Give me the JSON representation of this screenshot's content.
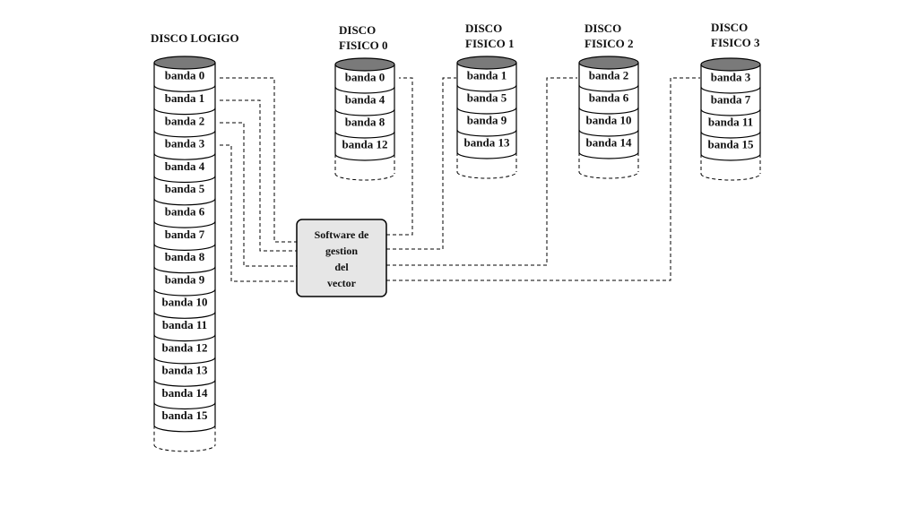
{
  "logical_disk": {
    "title": "DISCO LOGIGO",
    "bands": [
      "banda 0",
      "banda 1",
      "banda 2",
      "banda 3",
      "banda 4",
      "banda 5",
      "banda 6",
      "banda 7",
      "banda 8",
      "banda 9",
      "banda 10",
      "banda 11",
      "banda 12",
      "banda 13",
      "banda 14",
      "banda 15"
    ]
  },
  "physical_disks": [
    {
      "title_line1": "DISCO",
      "title_line2": "FISICO 0",
      "bands": [
        "banda 0",
        "banda 4",
        "banda 8",
        "banda 12"
      ]
    },
    {
      "title_line1": "DISCO",
      "title_line2": "FISICO 1",
      "bands": [
        "banda 1",
        "banda 5",
        "banda 9",
        "banda 13"
      ]
    },
    {
      "title_line1": "DISCO",
      "title_line2": "FISICO 2",
      "bands": [
        "banda 2",
        "banda 6",
        "banda 10",
        "banda 14"
      ]
    },
    {
      "title_line1": "DISCO",
      "title_line2": "FISICO 3",
      "bands": [
        "banda 3",
        "banda 7",
        "banda 11",
        "banda 15"
      ]
    }
  ],
  "software_box": {
    "lines": [
      "Software de",
      "gestion",
      "del",
      "vector"
    ]
  },
  "colors": {
    "disk_top": "#7a7a7a",
    "box_fill": "#e6e6e6",
    "stroke": "#000000"
  }
}
